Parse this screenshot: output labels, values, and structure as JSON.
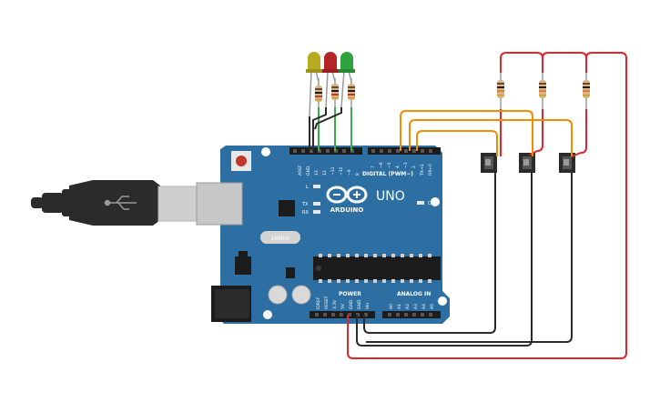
{
  "board": {
    "brand": "ARDUINO",
    "model": "UNO",
    "digital_header": "DIGITAL (PWM~)",
    "power_header": "POWER",
    "analog_header": "ANALOG IN",
    "on_label": "ON",
    "l_label": "L",
    "tx_label": "TX",
    "rx_label": "RX",
    "reset_label": "RESET",
    "digital_pins": [
      "AREF",
      "GND",
      "13",
      "12",
      "~11",
      "~10",
      "~9",
      "8",
      "7",
      "~6",
      "~5",
      "4",
      "~3",
      "2",
      "TX→1",
      "RX←0"
    ],
    "power_pins": [
      "IOREF",
      "RESET",
      "3.3V",
      "5V",
      "GND",
      "GND",
      "Vin"
    ],
    "analog_pins": [
      "A0",
      "A1",
      "A2",
      "A3",
      "A4",
      "A5"
    ]
  },
  "colors": {
    "board": "#2d6fa3",
    "wire_red": "#e0272c",
    "wire_orange": "#f28c00",
    "wire_green": "#3aad48",
    "wire_black": "#2b2b2b",
    "led_yellow": "#b7ab1f",
    "led_red": "#b52525",
    "led_green": "#2fa43e"
  },
  "components": {
    "leds": [
      "yellow-led",
      "red-led",
      "green-led"
    ],
    "resistors": 6,
    "switches": 3,
    "usb_cable": "usb-b-cable"
  }
}
